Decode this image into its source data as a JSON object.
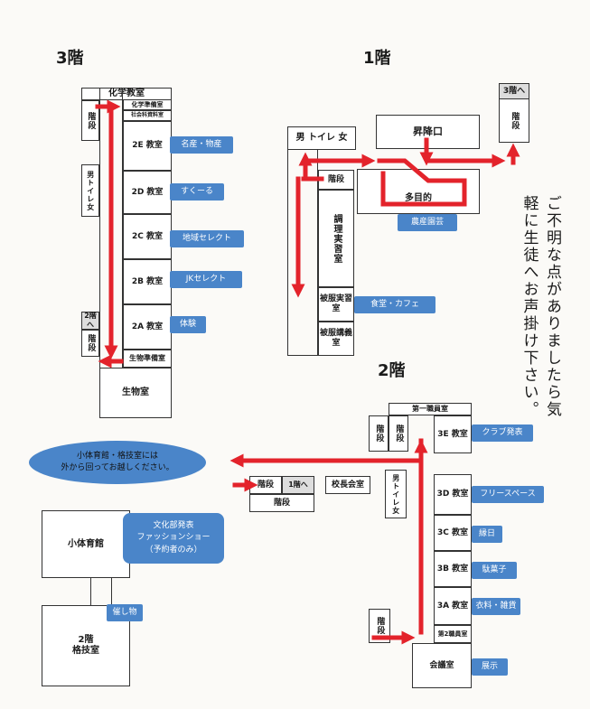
{
  "floors": {
    "f3": "3階",
    "f1": "1階",
    "f2": "2階"
  },
  "f3": {
    "kagaku": "化学教室",
    "kagaku_jun": "化学準備室",
    "shakai": "社会科資料室",
    "kaidan": "階段",
    "toilet": "男トイレ女",
    "r2e": "2E 教室",
    "r2d": "2D 教室",
    "r2c": "2C 教室",
    "r2b": "2B 教室",
    "r2a": "2A 教室",
    "to2f": "2階へ",
    "kaidan2": "階段",
    "seibutsu_jun": "生物準備室",
    "seibutsu": "生物室",
    "tags": [
      "名産・物産",
      "すくーる",
      "地域セレクト",
      "JKセレクト",
      "体験"
    ]
  },
  "f1": {
    "toilet": "男 トイレ 女",
    "shoko": "昇降口",
    "to3f": "3階へ",
    "kaidan_r": "階段",
    "kaidan": "階段",
    "chori": "調理実習室",
    "tamokuteki": "多目的",
    "hifuku_jishu": "被服実習室",
    "hifuku_kogi": "被服講義室",
    "tags": [
      "農産園芸",
      "食堂・カフェ"
    ]
  },
  "f2": {
    "daiichi": "第一職員室",
    "kaidan_a": "階段",
    "kaidan_b": "階段",
    "kaidan_c": "階段",
    "to1f": "1階へ",
    "kaidan_d": "階段",
    "kocho": "校長会室",
    "toilet": "男トイレ女",
    "r3e": "3E 教室",
    "r3d": "3D 教室",
    "r3c": "3C 教室",
    "r3b": "3B 教室",
    "r3a": "3A 教室",
    "daini": "第2職員室",
    "kaigi": "会議室",
    "kaidan_e": "階段",
    "tags": [
      "クラブ発表",
      "フリースペース",
      "縁日",
      "駄菓子",
      "衣料・雑貨",
      "展示"
    ]
  },
  "gym": {
    "notice": "小体育館・格技室には\n外から回ってお越しください。",
    "shotaiikukan": "小体育館",
    "kakugi": "2階\n格技室",
    "tag1": "文化部発表\nファッションショー\n（予約者のみ）",
    "tag2": "催し物"
  },
  "side_note": "ご不明な点がありましたら気軽に生徒へお声掛け下さい。",
  "colors": {
    "arrow": "#e3232b",
    "tag": "#4a85c9"
  }
}
